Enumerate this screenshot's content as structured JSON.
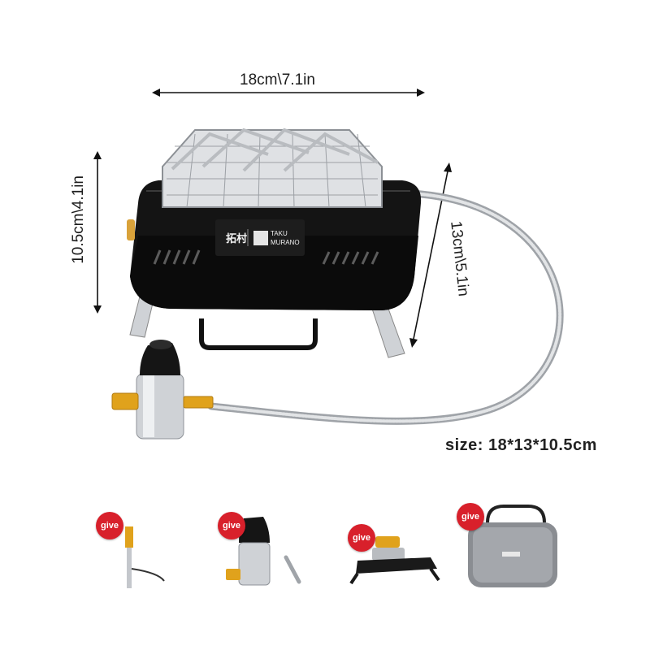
{
  "dimensions": {
    "width": "18cm\\7.1in",
    "height": "10.5cm\\4.1in",
    "depth": "13cm\\5.1in"
  },
  "size_label": "size: 18*13*10.5cm",
  "brand": {
    "chinese": "拓村",
    "line1": "TAKU",
    "line2": "MURANO"
  },
  "accessories": [
    {
      "badge": "give",
      "icon": "igniter-icon"
    },
    {
      "badge": "give",
      "icon": "gas-valve-adapter-icon"
    },
    {
      "badge": "give",
      "icon": "canister-adapter-icon"
    },
    {
      "badge": "give",
      "icon": "carry-case-icon"
    }
  ],
  "colors": {
    "badge": "#d8202b",
    "body": "#141414",
    "brass": "#e0a21c",
    "steel": "#c9ccd0"
  }
}
